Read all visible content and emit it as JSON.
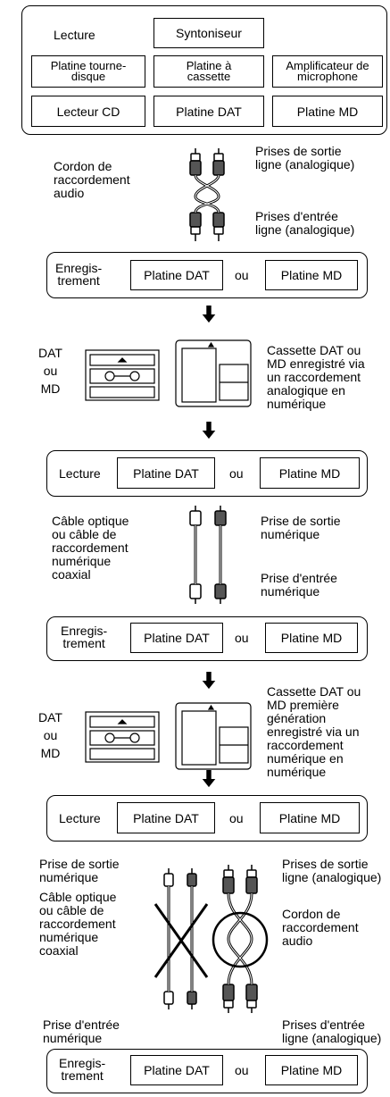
{
  "source_panel": {
    "lecture": "Lecture",
    "syntoniseur": "Syntoniseur",
    "platine_tourne_disque": [
      "Platine tourne-",
      "disque"
    ],
    "platine_cassette": [
      "Platine à",
      "cassette"
    ],
    "amplificateur": [
      "Amplificateur de",
      "microphone"
    ],
    "lecteur_cd": "Lecteur CD",
    "platine_dat": "Platine DAT",
    "platine_md": "Platine MD"
  },
  "labels": {
    "cordon_audio": [
      "Cordon de",
      "raccordement",
      "audio"
    ],
    "prises_sortie_analog": [
      "Prises de sortie",
      "ligne (analogique)"
    ],
    "prises_entree_analog": [
      "Prises d'entrée",
      "ligne (analogique)"
    ],
    "enregistrement": [
      "Enregis-",
      "trement"
    ],
    "platine_dat": "Platine DAT",
    "ou": "ou",
    "platine_md": "Platine MD",
    "dat_ou_md": [
      "DAT",
      "ou",
      "MD"
    ],
    "cassette_analog": [
      "Cassette DAT ou",
      "MD  enregistré via",
      "un raccordement",
      "analogique en",
      "numérique"
    ],
    "lecture": "Lecture",
    "cable_optique": [
      "Câble optique",
      "ou câble de",
      "raccordement",
      "numérique",
      "coaxial"
    ],
    "prise_sortie_num": [
      "Prise de sortie",
      "numérique"
    ],
    "prise_entree_num": [
      "Prise d'entrée",
      "numérique"
    ],
    "cassette_first_gen": [
      "Cassette DAT ou",
      "MD première",
      "génération",
      "enregistré via un",
      "raccordement",
      "numérique en",
      "numérique"
    ],
    "bottom_prise_sortie_num": [
      "Prise de sortie",
      "numérique"
    ],
    "bottom_prises_sortie_ligne": [
      "Prises de sortie",
      "ligne (analogique)"
    ],
    "bottom_cable_optique": [
      "Câble optique",
      "ou câble de",
      "raccordement",
      "numérique",
      "coaxial"
    ],
    "bottom_cordon": [
      "Cordon de",
      "raccordement",
      "audio"
    ],
    "bottom_prise_entree_num": [
      "Prise d'entrée",
      "numérique"
    ],
    "bottom_prises_entree_ligne": [
      "Prises d'entrée",
      "ligne (analogique)"
    ]
  }
}
